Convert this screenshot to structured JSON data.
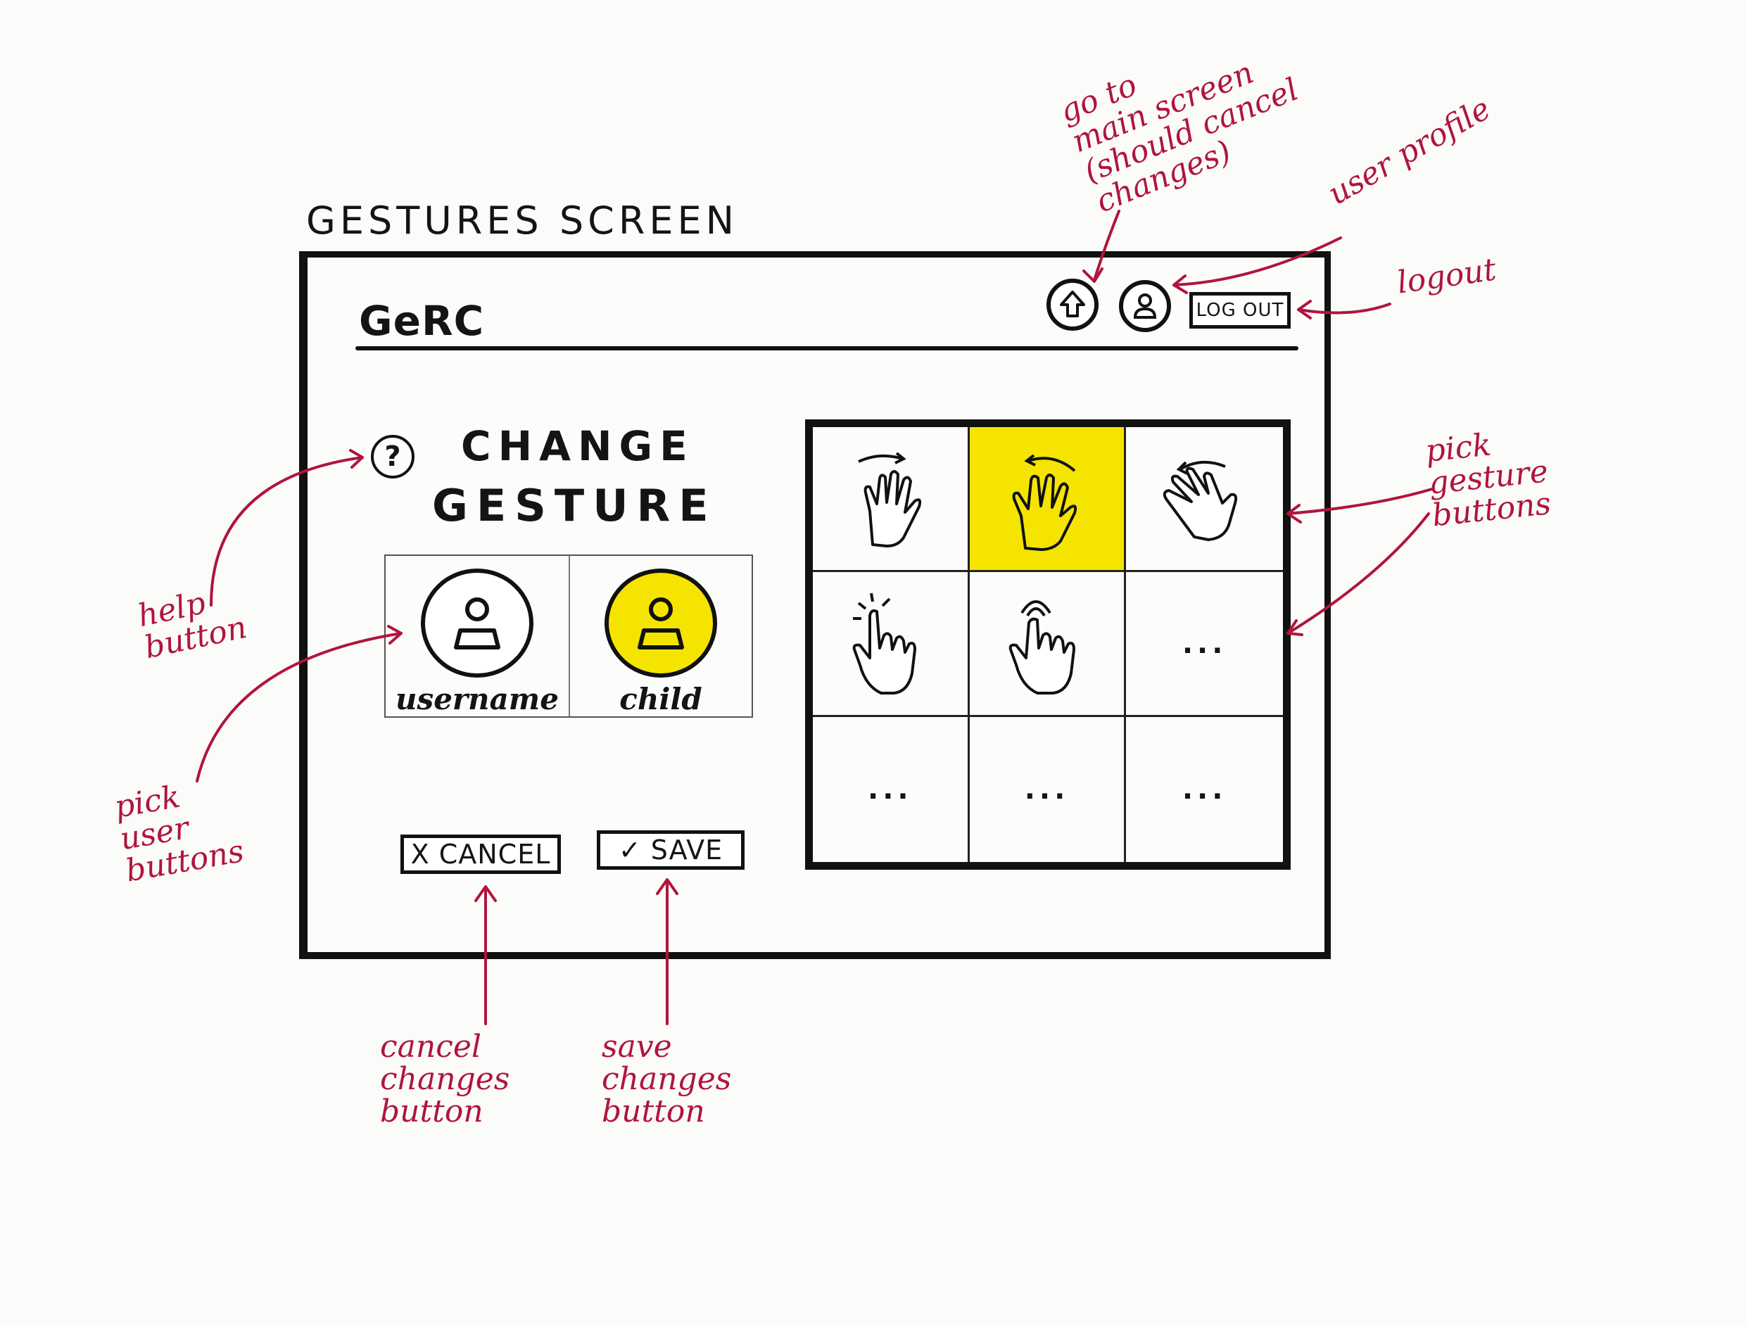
{
  "sketch_title": "GESTURES SCREEN",
  "app": {
    "logo": "GeRC",
    "logout_label": "LOG OUT"
  },
  "header_icons": [
    "home-upload-icon",
    "user-profile-icon"
  ],
  "panel": {
    "title_line1": "CHANGE",
    "title_line2": "GESTURE",
    "help_label": "?"
  },
  "users": [
    {
      "name": "username",
      "selected": false
    },
    {
      "name": "child",
      "selected": true
    }
  ],
  "buttons": {
    "cancel": "X CANCEL",
    "save": "✓ SAVE"
  },
  "gestures": [
    {
      "icon": "swipe-right-hand-icon",
      "label": "",
      "selected": false
    },
    {
      "icon": "swipe-left-two-finger-icon",
      "label": "",
      "selected": true
    },
    {
      "icon": "swipe-left-hand-icon",
      "label": "",
      "selected": false
    },
    {
      "icon": "tap-finger-icon",
      "label": "",
      "selected": false
    },
    {
      "icon": "hold-finger-icon",
      "label": "",
      "selected": false
    },
    {
      "icon": "",
      "label": "...",
      "selected": false
    },
    {
      "icon": "",
      "label": "...",
      "selected": false
    },
    {
      "icon": "",
      "label": "...",
      "selected": false
    },
    {
      "icon": "",
      "label": "...",
      "selected": false
    }
  ],
  "annotations": {
    "main_screen": [
      "go to",
      "main screen",
      "(should cancel",
      "changes)"
    ],
    "profile": [
      "user profile"
    ],
    "logout": [
      "logout"
    ],
    "gesture": [
      "pick",
      "gesture",
      "buttons"
    ],
    "help": [
      "help",
      "button"
    ],
    "user": [
      "pick",
      "user",
      "buttons"
    ],
    "cancel": [
      "cancel",
      "changes",
      "button"
    ],
    "save": [
      "save",
      "changes",
      "button"
    ]
  },
  "colors": {
    "ink": "#141414",
    "annotation_red": "#b0153c",
    "highlight_yellow": "#f5e400"
  }
}
